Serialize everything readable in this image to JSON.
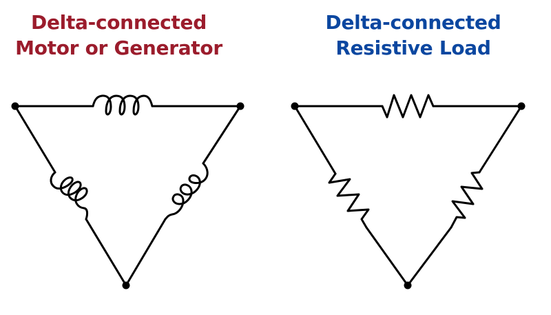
{
  "colors": {
    "left_title": "#9b1c2c",
    "right_title": "#0b47a0",
    "wire": "#000000",
    "background": "#ffffff"
  },
  "left_diagram": {
    "title_line1": "Delta-connected",
    "title_line2": "Motor or Generator",
    "element_type": "inductor-coil",
    "nodes": 3,
    "branches": 3
  },
  "right_diagram": {
    "title_line1": "Delta-connected",
    "title_line2": "Resistive Load",
    "element_type": "resistor",
    "nodes": 3,
    "branches": 3
  }
}
